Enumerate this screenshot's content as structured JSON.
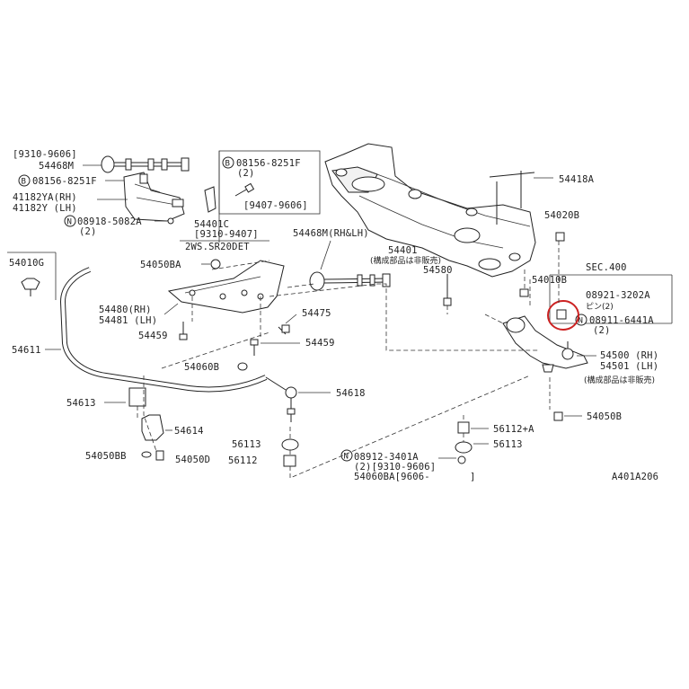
{
  "diagram": {
    "ref_code": "A401A206",
    "highlight_color": "#cc2222",
    "labels": {
      "l54468M_range": "[9310-9606]",
      "l54468M": "54468M",
      "l08156_a": "08156-8251F",
      "l41182YA": "41182YA(RH)",
      "l41182Y": "41182Y (LH)",
      "l08918": "08918-5082A",
      "l08918_qty": "(2)",
      "l08156_b": "08156-8251F",
      "l08156_b_qty": "(2)",
      "l9407": "[9407-9606]",
      "l54401C": "54401C",
      "l9310_9407": "[9310-9407]",
      "l2ws": "2WS.SR20DET",
      "l54418A": "54418A",
      "l54020B": "54020B",
      "l54468M_both": "54468M(RH&LH)",
      "l54401": "54401",
      "l54401_note": "(構成部品は非販売)",
      "l54580": "54580",
      "l54010B": "54010B",
      "l54010G": "54010G",
      "l54050BA": "54050BA",
      "l54480": "54480(RH)",
      "l54481": "54481 (LH)",
      "l54475": "54475",
      "l54459_a": "54459",
      "l54459_b": "54459",
      "l54611": "54611",
      "l54060B": "54060B",
      "l54618": "54618",
      "l54613": "54613",
      "l54614": "54614",
      "l54050BB": "54050BB",
      "l54050D": "54050D",
      "l56113_a": "56113",
      "l56112_a": "56112",
      "l08912": "08912-3401A",
      "l08912_sub": "(2)[9310-9606]",
      "l54060BA": "54060BA[9606-",
      "l54060BA_end": "]",
      "lsec400": "SEC.400",
      "l08921": "08921-3202A",
      "l08921_sub": "ピン(2)",
      "l08911": "08911-6441A",
      "l08911_qty": "(2)",
      "l54500": "54500 (RH)",
      "l54501": "54501 (LH)",
      "l5450_note": "(構成部品は非販売)",
      "l56112A": "56112+A",
      "l56113_b": "56113",
      "l54050B": "54050B",
      "bolt_letter": "B",
      "nut_letter": "N"
    }
  }
}
